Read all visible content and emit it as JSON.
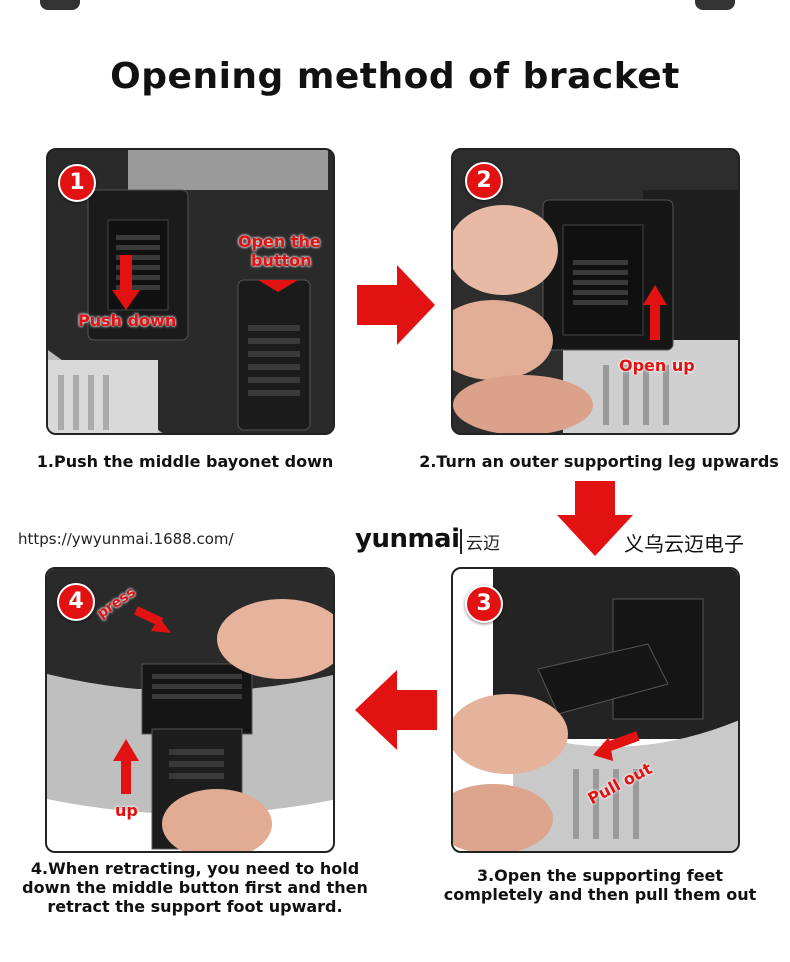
{
  "title": "Opening method of bracket",
  "colors": {
    "accent": "#e31212",
    "text": "#111111"
  },
  "steps": [
    {
      "number": "1",
      "caption": "1.Push the middle bayonet down",
      "labels": [
        "Open the",
        "button",
        "Push down"
      ]
    },
    {
      "number": "2",
      "caption": "2.Turn an outer supporting leg upwards",
      "labels": [
        "Open up"
      ]
    },
    {
      "number": "3",
      "caption": [
        "3.Open the supporting feet",
        "completely and then pull them out"
      ],
      "labels": [
        "Pull out"
      ]
    },
    {
      "number": "4",
      "caption": [
        "4.When retracting, you need to hold",
        "down the middle button first and then",
        "retract the support foot upward."
      ],
      "labels": [
        "press",
        "up"
      ]
    }
  ],
  "footer": {
    "url": "https://ywyunmai.1688.com/",
    "logo": "yunmai",
    "logo_cn": "云迈",
    "company": "义乌云迈电子"
  }
}
